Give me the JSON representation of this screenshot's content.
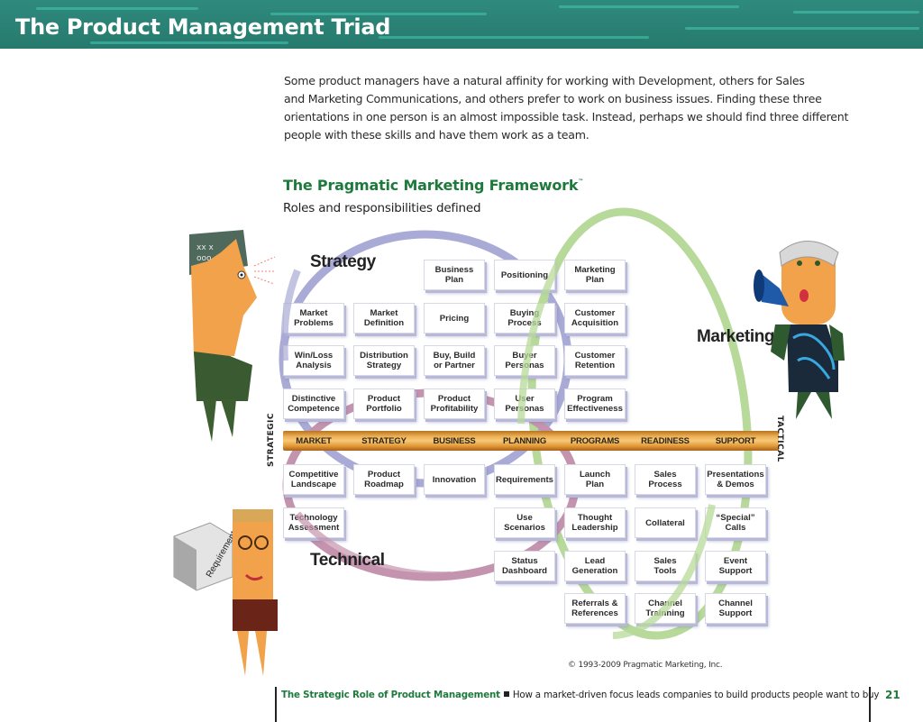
{
  "header": {
    "title": "The Product Management Triad"
  },
  "intro": {
    "lines": [
      "Some product managers have a natural affinity for working with Development, others for Sales",
      "and Marketing Communications, and others prefer to work on business issues. Finding these three",
      "orientations in one person is an almost impossible task. Instead, perhaps we should find three different",
      "people with these skills and have them work as a team."
    ]
  },
  "framework": {
    "title": "The Pragmatic Marketing Framework",
    "trademark": "™",
    "subtitle": "Roles and responsibilities defined",
    "roles": {
      "strategy": "Strategy",
      "marketing": "Marketing",
      "technical": "Technical"
    },
    "axis": {
      "left": "STRATEGIC",
      "right": "TACTICAL"
    },
    "categories": [
      "MARKET",
      "STRATEGY",
      "BUSINESS",
      "PLANNING",
      "PROGRAMS",
      "READINESS",
      "SUPPORT"
    ],
    "boxes_above": [
      {
        "row": 0,
        "col": 2,
        "label": "Business\nPlan"
      },
      {
        "row": 0,
        "col": 3,
        "label": "Positioning"
      },
      {
        "row": 0,
        "col": 4,
        "label": "Marketing\nPlan"
      },
      {
        "row": 1,
        "col": 0,
        "label": "Market\nProblems"
      },
      {
        "row": 1,
        "col": 1,
        "label": "Market\nDefinition"
      },
      {
        "row": 1,
        "col": 2,
        "label": "Pricing"
      },
      {
        "row": 1,
        "col": 3,
        "label": "Buying\nProcess"
      },
      {
        "row": 1,
        "col": 4,
        "label": "Customer\nAcquisition"
      },
      {
        "row": 2,
        "col": 0,
        "label": "Win/Loss\nAnalysis"
      },
      {
        "row": 2,
        "col": 1,
        "label": "Distribution\nStrategy"
      },
      {
        "row": 2,
        "col": 2,
        "label": "Buy, Build\nor Partner"
      },
      {
        "row": 2,
        "col": 3,
        "label": "Buyer\nPersonas"
      },
      {
        "row": 2,
        "col": 4,
        "label": "Customer\nRetention"
      },
      {
        "row": 3,
        "col": 0,
        "label": "Distinctive\nCompetence"
      },
      {
        "row": 3,
        "col": 1,
        "label": "Product\nPortfolio"
      },
      {
        "row": 3,
        "col": 2,
        "label": "Product\nProfitability"
      },
      {
        "row": 3,
        "col": 3,
        "label": "User\nPersonas"
      },
      {
        "row": 3,
        "col": 4,
        "label": "Program\nEffectiveness"
      }
    ],
    "boxes_below": [
      {
        "row": 0,
        "col": 0,
        "label": "Competitive\nLandscape"
      },
      {
        "row": 0,
        "col": 1,
        "label": "Product\nRoadmap"
      },
      {
        "row": 0,
        "col": 2,
        "label": "Innovation"
      },
      {
        "row": 0,
        "col": 3,
        "label": "Requirements"
      },
      {
        "row": 0,
        "col": 4,
        "label": "Launch\nPlan"
      },
      {
        "row": 0,
        "col": 5,
        "label": "Sales\nProcess"
      },
      {
        "row": 0,
        "col": 6,
        "label": "Presentations\n& Demos"
      },
      {
        "row": 1,
        "col": 0,
        "label": "Technology\nAssessment"
      },
      {
        "row": 1,
        "col": 3,
        "label": "Use\nScenarios"
      },
      {
        "row": 1,
        "col": 4,
        "label": "Thought\nLeadership"
      },
      {
        "row": 1,
        "col": 5,
        "label": "Collateral"
      },
      {
        "row": 1,
        "col": 6,
        "label": "“Special”\nCalls"
      },
      {
        "row": 2,
        "col": 3,
        "label": "Status\nDashboard"
      },
      {
        "row": 2,
        "col": 4,
        "label": "Lead\nGeneration"
      },
      {
        "row": 2,
        "col": 5,
        "label": "Sales\nTools"
      },
      {
        "row": 2,
        "col": 6,
        "label": "Event\nSupport"
      },
      {
        "row": 3,
        "col": 4,
        "label": "Referrals &\nReferences"
      },
      {
        "row": 3,
        "col": 5,
        "label": "Channel\nTrainning"
      },
      {
        "row": 3,
        "col": 6,
        "label": "Channel\nSupport"
      }
    ],
    "figures": {
      "strategist_icon": "strategist-figure",
      "marketer_icon": "marketer-megaphone-figure",
      "technologist_icon": "technologist-requirements-figure",
      "requirements_box_text": "Requirements"
    },
    "colors": {
      "strategy_ring": "#a9aad6",
      "marketing_ring": "#b7d99a",
      "technical_ring": "#c494ae",
      "band": "#e9a446",
      "accent_green": "#1e7a3c",
      "banner": "#2a8174"
    }
  },
  "copyright": "© 1993-2009 Pragmatic Marketing, Inc.",
  "footer": {
    "book_title": "The Strategic Role of Product Management",
    "tagline": "How a market-driven focus leads companies to build products people want to buy",
    "page_number": "21"
  }
}
